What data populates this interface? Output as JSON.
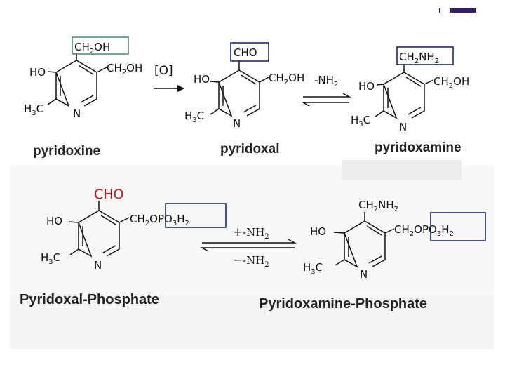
{
  "colors": {
    "highlight_teal": "#4f8a8b",
    "highlight_navy": "#1a2a7a",
    "cho_red": "#d01010",
    "corner_mark": "#3a1a6a",
    "band_gray": "#f4f4f4"
  },
  "molecules": {
    "pyridoxine": {
      "name": "pyridoxine",
      "top_group": "CH2OH",
      "top_main": "CH",
      "top_sub": "2",
      "top_rest": "OH",
      "right_main": "CH",
      "right_sub": "2",
      "right_rest": "OH",
      "ho": "HO",
      "h3c_main": "H",
      "h3c_sub": "3",
      "h3c_rest": "C",
      "n": "N"
    },
    "pyridoxal": {
      "name": "pyridoxal",
      "top_group": "CHO",
      "right_main": "CH",
      "right_sub": "2",
      "right_rest": "OH",
      "ho": "HO",
      "h3c_main": "H",
      "h3c_sub": "3",
      "h3c_rest": "C",
      "n": "N"
    },
    "pyridoxamine": {
      "name": "pyridoxamine",
      "top_main": "CH",
      "top_sub": "2",
      "top_rest": "NH",
      "top_sub2": "2",
      "right_main": "CH",
      "right_sub": "2",
      "right_rest": "OH",
      "ho": "HO",
      "h3c_main": "H",
      "h3c_sub": "3",
      "h3c_rest": "C",
      "n": "N"
    },
    "pyridoxal_phosphate": {
      "name": "Pyridoxal-Phosphate",
      "top_group": "CHO",
      "right_a": "CH",
      "right_a_sub": "2",
      "right_b": "OPO",
      "right_b_sub": "3",
      "right_c": "H",
      "right_c_sub": "2",
      "ho": "HO",
      "h3c_main": "H",
      "h3c_sub": "3",
      "h3c_rest": "C",
      "n": "N"
    },
    "pyridoxamine_phosphate": {
      "name": "Pyridoxamine-Phosphate",
      "top_main": "CH",
      "top_sub": "2",
      "top_rest": "NH",
      "top_sub2": "2",
      "right_a": "CH",
      "right_a_sub": "2",
      "right_b": "OPO",
      "right_b_sub": "3",
      "right_c": "H",
      "right_c_sub": "2",
      "ho": "HO",
      "h3c_main": "H",
      "h3c_sub": "3",
      "h3c_rest": "C",
      "n": "N"
    }
  },
  "reactions": {
    "oxidation_label": "[O]",
    "minus_nh2_main": "-NH",
    "minus_nh2_sub": "2",
    "plus_label": "+",
    "plus_nh2_main": "-NH",
    "plus_nh2_sub": "2",
    "minus_label": "−",
    "minus_nh2b_main": "-NH",
    "minus_nh2b_sub": "2"
  }
}
